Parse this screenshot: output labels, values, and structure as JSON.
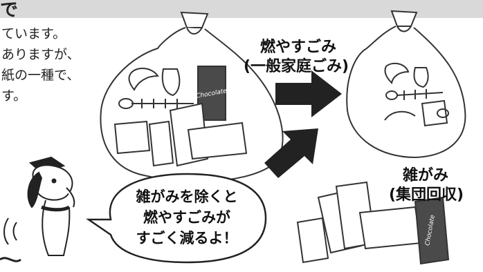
{
  "header": {
    "text": "で"
  },
  "body_text": {
    "lines": [
      "ています。",
      "ありますが、",
      "紙の一種で、",
      "す。"
    ]
  },
  "labels": {
    "burnable_title": "燃やすごみ",
    "burnable_sub": "(一般家庭ごみ)",
    "misc_title": "雑がみ",
    "misc_sub": "(集団回収)"
  },
  "speech_bubble": {
    "lines": [
      "雑がみを除くと",
      "燃やすごみが",
      "すごく減るよ！"
    ]
  },
  "package_text": {
    "chocolate": "Chocolate"
  },
  "colors": {
    "header_bar": "#d9d9d9",
    "arrow": "#222222",
    "bag_outline": "#333333"
  }
}
